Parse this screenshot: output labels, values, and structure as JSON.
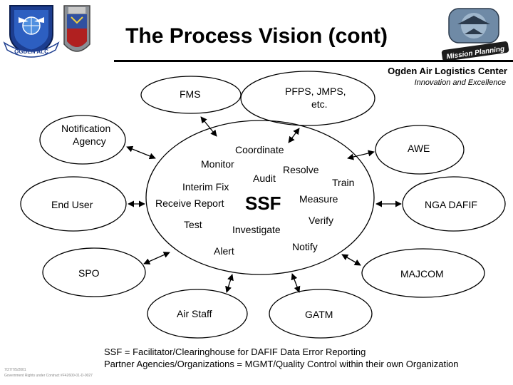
{
  "header": {
    "title": "The Process Vision (cont)",
    "org": "Ogden Air Logistics Center",
    "tagline": "Innovation and Excellence",
    "logo_left_text": "OGDEN ALC",
    "logo_right_text": "Mission Planning"
  },
  "nodes": {
    "fms": "FMS",
    "pfps": "PFPS, JMPS,",
    "pfps2": "etc.",
    "notification": "Notification",
    "notification2": "Agency",
    "awe": "AWE",
    "end_user": "End User",
    "nga": "NGA DAFIF",
    "spo": "SPO",
    "majcom": "MAJCOM",
    "air_staff": "Air Staff",
    "gatm": "GATM"
  },
  "center": {
    "label": "SSF",
    "activities": {
      "coordinate": "Coordinate",
      "monitor": "Monitor",
      "resolve": "Resolve",
      "audit": "Audit",
      "train": "Train",
      "interim_fix": "Interim Fix",
      "receive_report": "Receive Report",
      "measure": "Measure",
      "test": "Test",
      "verify": "Verify",
      "investigate": "Investigate",
      "notify": "Notify",
      "alert": "Alert"
    }
  },
  "footer": {
    "line1": "SSF = Facilitator/Clearinghouse for DAFIF Data Error Reporting",
    "line2": "Partner Agencies/Organizations = MGMT/Quality Control within their own Organization",
    "fine1": "7/27/7/5/2001",
    "fine2": "Government Rights under Contract #F42600-01-D-0027"
  }
}
